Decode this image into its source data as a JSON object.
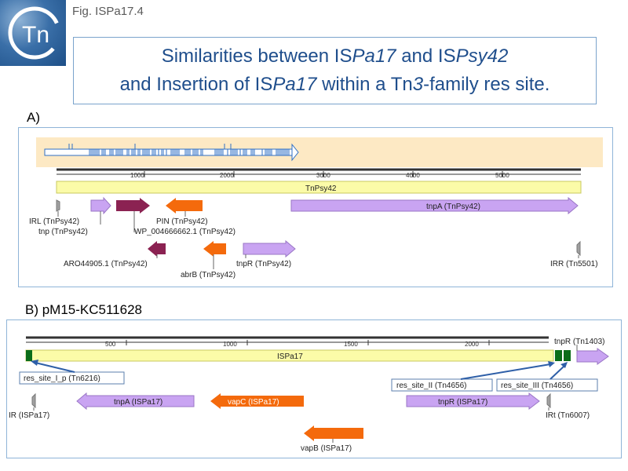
{
  "figure_label": "Fig. ISPa17.4",
  "logo": {
    "text": "Tn",
    "icon": "tn-logo-icon"
  },
  "title": {
    "line1": [
      {
        "text": "Similarities between IS",
        "italic": false
      },
      {
        "text": "Pa17",
        "italic": true
      },
      {
        "text": " and IS",
        "italic": false
      },
      {
        "text": "Psy42",
        "italic": true
      }
    ],
    "line2": [
      {
        "text": "and Insertion of IS",
        "italic": false
      },
      {
        "text": "Pa17",
        "italic": true
      },
      {
        "text": " within a Tn",
        "italic": false
      },
      {
        "text": "3",
        "italic": true
      },
      {
        "text": "-family res site.",
        "italic": false
      }
    ]
  },
  "colors": {
    "title": "#1f4e8c",
    "panel_border": "#8fb4d8",
    "element_bar": "#fbfba8",
    "overview_bg": "#fde9c4",
    "purple": "#c9a4f2",
    "maroon": "#8b2252",
    "orange": "#f46a0c",
    "grey": "#a0a0a0",
    "dark_green": "#0b6d1a",
    "label_arrow": "#2e5fa8"
  },
  "panel_a": {
    "label": "A)",
    "ruler_ticks": [
      "1000",
      "2000",
      "3000",
      "4000",
      "5000"
    ],
    "element": "TnPsy42",
    "features": [
      {
        "label": "IRL (TnPsy42)",
        "color": "grey",
        "strand": "-"
      },
      {
        "label": "tnp (TnPsy42)",
        "color": "purple",
        "strand": "+"
      },
      {
        "label": "PIN (TnPsy42)",
        "color": "orange",
        "strand": "-"
      },
      {
        "label": "WP_004666662.1 (TnPsy42)",
        "color": "maroon",
        "strand": "+"
      },
      {
        "label": "tnpA (TnPsy42)",
        "color": "purple",
        "strand": "+"
      },
      {
        "label": "ARO44905.1 (TnPsy42)",
        "color": "maroon",
        "strand": "-"
      },
      {
        "label": "abrB (TnPsy42)",
        "color": "orange",
        "strand": "-"
      },
      {
        "label": "tnpR (TnPsy42)",
        "color": "purple",
        "strand": "+"
      },
      {
        "label": "IRR (Tn5501)",
        "color": "grey",
        "strand": "-"
      }
    ]
  },
  "panel_b": {
    "label": "B) pM15-KC511628",
    "ruler_ticks": [
      "500",
      "1000",
      "1500",
      "2000"
    ],
    "element": "ISPa17",
    "res_sites": [
      "res_site_I_p (Tn6216)",
      "res_site_II (Tn4656)",
      "res_site_III (Tn4656)"
    ],
    "features": [
      {
        "label": "tnpR (Tn1403)",
        "color": "purple",
        "strand": "+"
      },
      {
        "label": "IR (ISPa17)",
        "color": "grey",
        "strand": "+"
      },
      {
        "label": "tnpA (ISPa17)",
        "color": "purple",
        "strand": "-"
      },
      {
        "label": "vapC (ISPa17)",
        "color": "orange",
        "strand": "-"
      },
      {
        "label": "tnpR (ISPa17)",
        "color": "purple",
        "strand": "+"
      },
      {
        "label": "IRt (Tn6007)",
        "color": "grey",
        "strand": "-"
      },
      {
        "label": "vapB (ISPa17)",
        "color": "orange",
        "strand": "-"
      }
    ]
  }
}
